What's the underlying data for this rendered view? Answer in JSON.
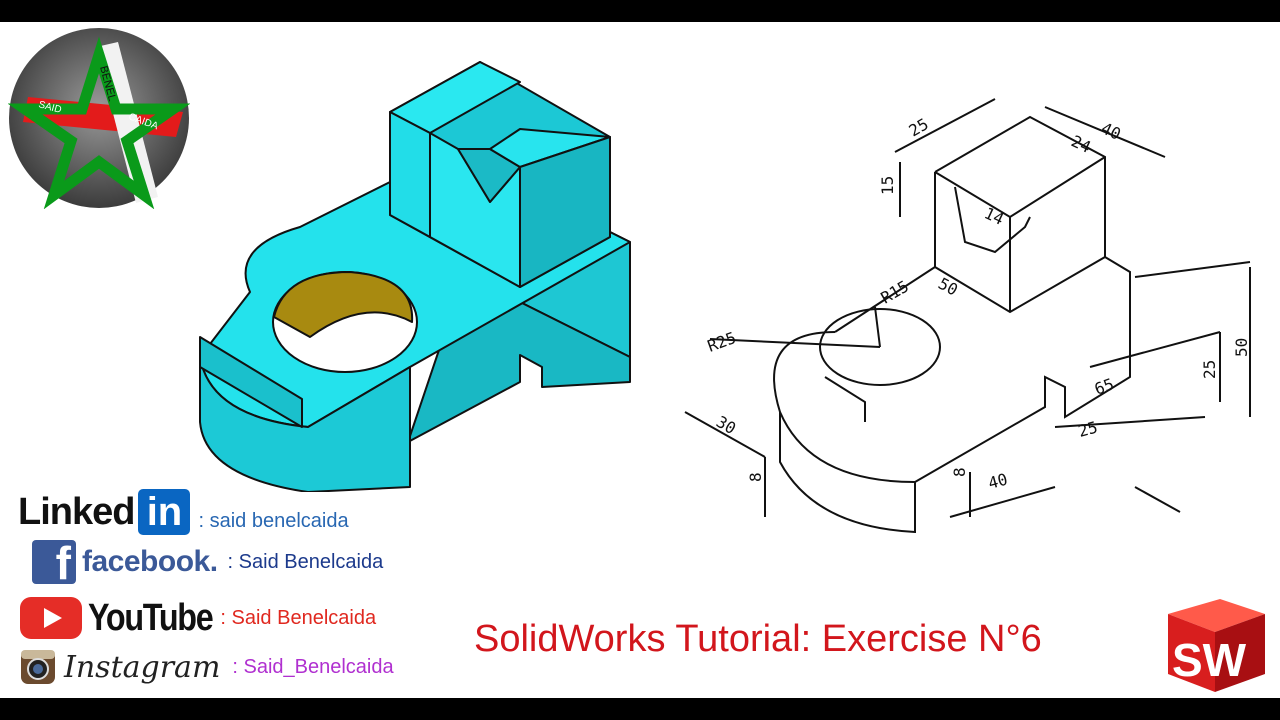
{
  "title": "SolidWorks Tutorial: Exercise N°6",
  "round_logo": {
    "text_a": "SAID",
    "text_b": "BENEL",
    "text_c": "CAIDA"
  },
  "social": {
    "linkedin": {
      "brand_a": "Linked",
      "brand_b": "in",
      "handle": ": said benelcaida",
      "color": "#2867b2"
    },
    "facebook": {
      "brand_icon": "f",
      "brand": "facebook.",
      "handle": ": Said Benelcaida",
      "color": "#1c3a8c"
    },
    "youtube": {
      "brand": "YouTube",
      "handle": ": Said Benelcaida",
      "color": "#e0281f"
    },
    "instagram": {
      "brand": "Instagram",
      "handle": ": Said_Benelcaida",
      "color": "#b030d0"
    }
  },
  "drawing_dims": {
    "d25_top": "25",
    "d40": "40",
    "d24": "24",
    "d15": "15",
    "d14": "14",
    "d50_top": "50",
    "r15": "R15",
    "r25": "R25",
    "d50_right": "50",
    "d25_right": "25",
    "d65": "65",
    "d25_bottom": "25",
    "d40_bottom": "40",
    "d8_right": "8",
    "d30": "30",
    "d8_left": "8"
  },
  "sw_logo": {
    "letters": "SW"
  },
  "colors": {
    "accent_red": "#d2161c",
    "model_cyan": "#22e5ef",
    "model_gold": "#a88a10"
  }
}
